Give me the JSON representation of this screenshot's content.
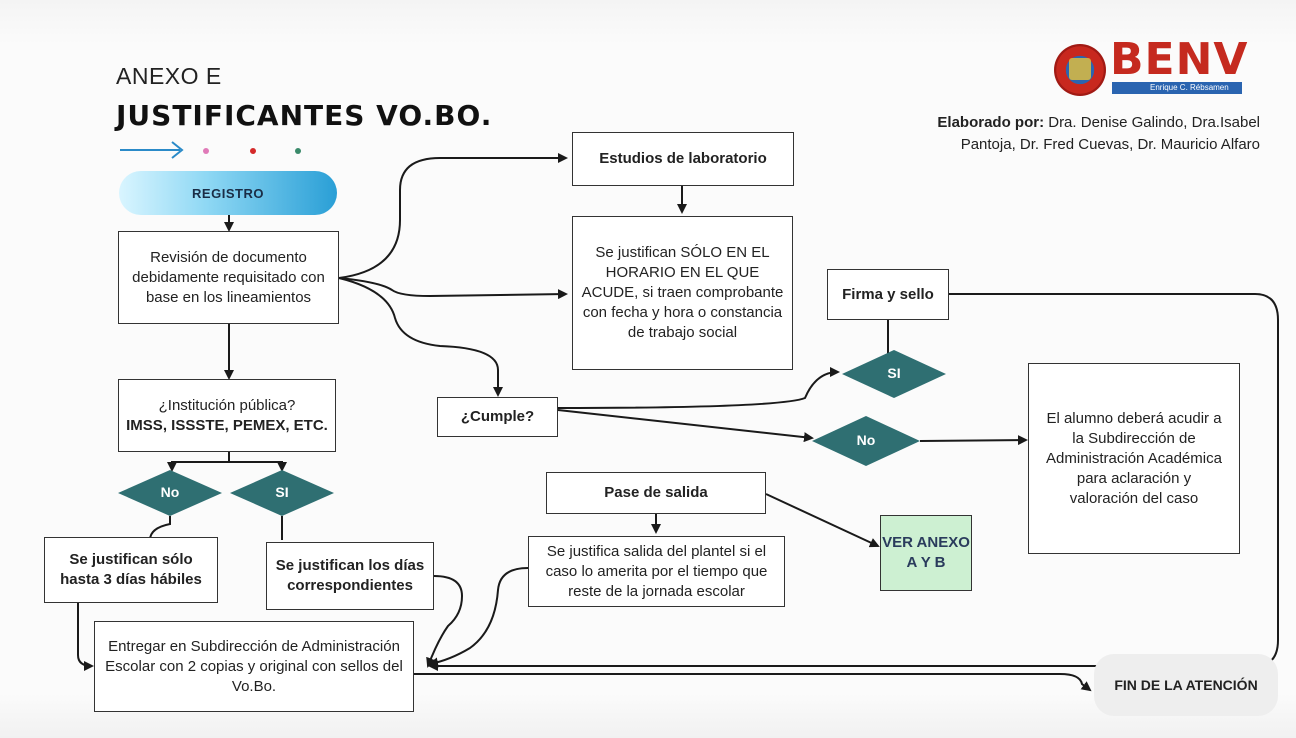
{
  "header": {
    "annex": "ANEXO E",
    "title": "JUSTIFICANTES VO.BO."
  },
  "logo": {
    "text": "BENV",
    "subtitle": "Enrique C. Rébsamen"
  },
  "credits": {
    "label": "Elaborado por:",
    "line1": "Dra. Denise Galindo, Dra.Isabel",
    "line2": "Pantoja, Dr. Fred Cuevas, Dr. Mauricio Alfaro"
  },
  "nodes": {
    "registro": "REGISTRO",
    "revision": "Revisión de documento debidamente requisitado con base en los lineamientos",
    "institucion_q": "¿Institución pública?",
    "institucion_list": "IMSS, ISSSTE, PEMEX, ETC.",
    "no_left": "No",
    "si_left": "SI",
    "tres_dias": "Se justifican sólo hasta 3 días hábiles",
    "dias_corr": "Se justifican los días correspondientes",
    "entregar": "Entregar en Subdirección de Administración Escolar con 2 copias y original con sellos del Vo.Bo.",
    "estudios": "Estudios de laboratorio",
    "horario": "Se justifican SÓLO EN EL HORARIO EN EL QUE ACUDE, si traen comprobante con fecha y hora o constancia de trabajo social",
    "cumple": "¿Cumple?",
    "firma": "Firma y sello",
    "si_right": "SI",
    "no_right": "No",
    "alumno": "El alumno deberá acudir a la Subdirección de Administración Académica para aclaración y valoración del caso",
    "pase": "Pase de salida",
    "salida": "Se justifica salida del plantel si el caso lo amerita por el tiempo que reste de la jornada escolar",
    "ver_anexo": "VER ANEXO A Y B",
    "fin": "FIN DE LA ATENCIÓN"
  },
  "colors": {
    "diamond": "#2f6f72",
    "pill_start": "#d9f5ff",
    "pill_end": "#2a9fd6",
    "anexo_box": "#cdf0d2",
    "arrow": "#1a1a1a",
    "dot_pink": "#e07ab8",
    "dot_red": "#d42a2a",
    "dot_green": "#3a8a6a",
    "deco_arrow": "#2a8ac8"
  }
}
